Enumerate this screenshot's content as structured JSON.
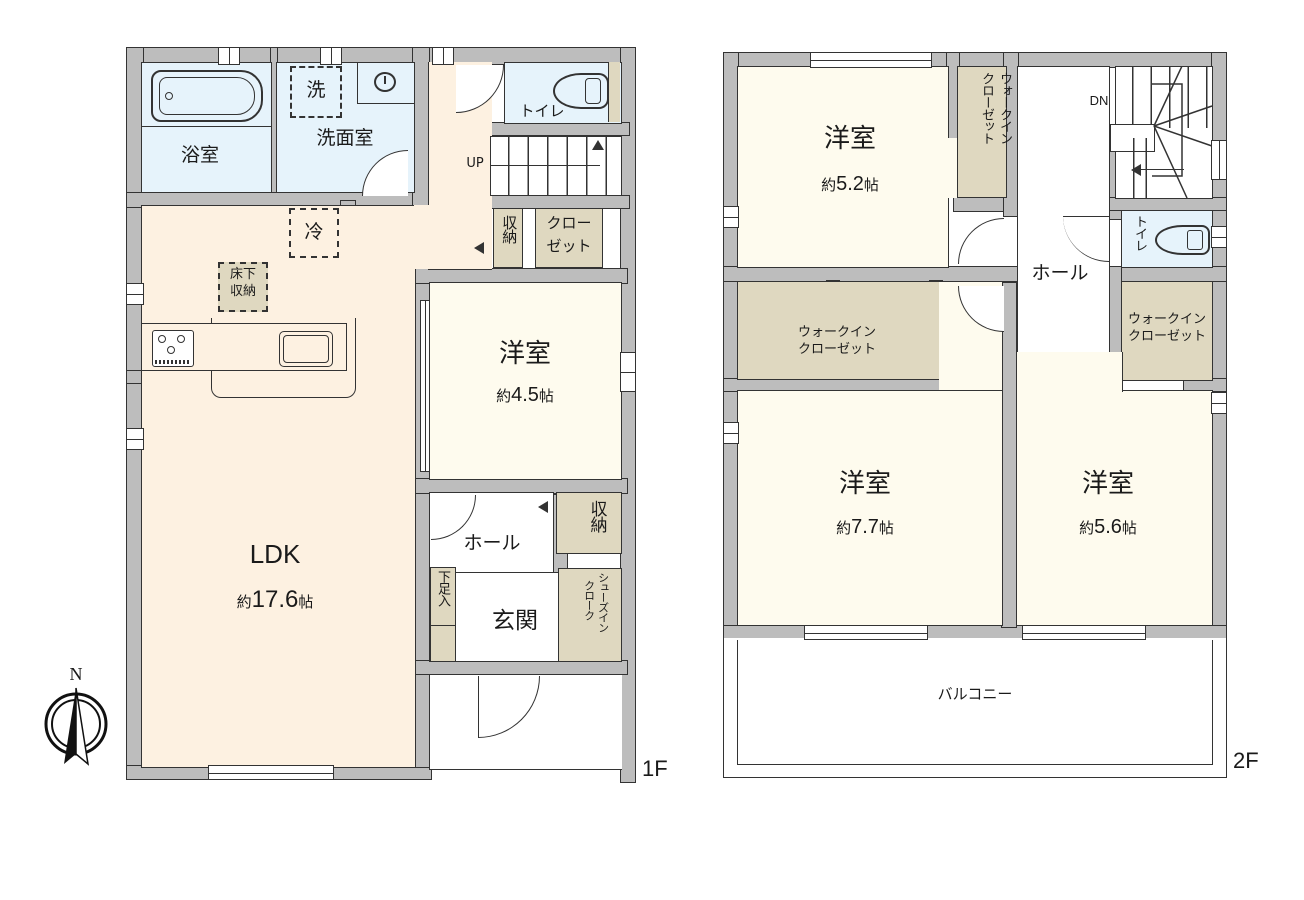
{
  "floors": {
    "first": {
      "label": "1F",
      "rooms": {
        "bath": {
          "name": "浴室"
        },
        "washroom": {
          "name": "洗面室",
          "washer_mark": "洗"
        },
        "toilet": {
          "name": "トイレ"
        },
        "stairs": {
          "direction": "UP"
        },
        "fridge": {
          "mark": "冷"
        },
        "underfloor_storage": {
          "name": "床下\n収納",
          "line1": "床下",
          "line2": "収納"
        },
        "storage_small": {
          "name": "収納"
        },
        "closet": {
          "line1": "クロー",
          "line2": "ゼット"
        },
        "western_room": {
          "name": "洋室",
          "area_prefix": "約",
          "area_value": "4.5",
          "area_unit": "帖"
        },
        "ldk": {
          "name": "LDK",
          "area_prefix": "約",
          "area_value": "17.6",
          "area_unit": "帖"
        },
        "hall": {
          "name": "ホール"
        },
        "hall_storage": {
          "name": "収納"
        },
        "shoe_box": {
          "name": "下足入"
        },
        "entrance": {
          "name": "玄関"
        },
        "shoe_closet": {
          "name": "シューズイン クローク",
          "line1": "シューズイン",
          "line2": "クローク"
        }
      }
    },
    "second": {
      "label": "2F",
      "rooms": {
        "room_a": {
          "name": "洋室",
          "area_prefix": "約",
          "area_value": "5.2",
          "area_unit": "帖"
        },
        "wic_a": {
          "line1": "ウォークイン",
          "line2": "クローゼット"
        },
        "stairs": {
          "direction": "DN"
        },
        "hall": {
          "name": "ホール"
        },
        "toilet": {
          "name": "トイレ"
        },
        "wic_b": {
          "line1": "ウォークイン",
          "line2": "クローゼット"
        },
        "wic_c": {
          "line1": "ウォークイン",
          "line2": "クローゼット"
        },
        "room_b": {
          "name": "洋室",
          "area_prefix": "約",
          "area_value": "7.7",
          "area_unit": "帖"
        },
        "room_c": {
          "name": "洋室",
          "area_prefix": "約",
          "area_value": "5.6",
          "area_unit": "帖"
        },
        "balcony": {
          "name": "バルコニー"
        }
      }
    }
  },
  "compass": {
    "north_label": "N"
  },
  "colors": {
    "wall": "#bdbdbd",
    "ldk": "#fdf1e1",
    "bedroom": "#fefbee",
    "wet_area": "#e6f3fb",
    "storage": "#dfd8c0",
    "outline": "#333333"
  }
}
